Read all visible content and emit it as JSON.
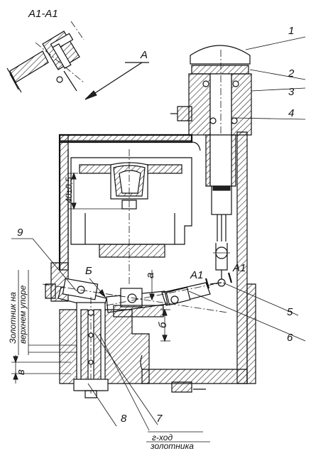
{
  "section_title": "A1-A1",
  "section_letter": "A",
  "callouts": [
    {
      "id": "1",
      "label": "1"
    },
    {
      "id": "2",
      "label": "2"
    },
    {
      "id": "3",
      "label": "3"
    },
    {
      "id": "4",
      "label": "4"
    },
    {
      "id": "5",
      "label": "5"
    },
    {
      "id": "6",
      "label": "6"
    },
    {
      "id": "7",
      "label": "7"
    },
    {
      "id": "8",
      "label": "8"
    },
    {
      "id": "9",
      "label": "9"
    }
  ],
  "dimension": "40±0,5",
  "letters": {
    "b_cyr": "Б",
    "a": "а",
    "a1_left": "А1",
    "a1_right": "А1",
    "b_small": "б",
    "v": "в"
  },
  "vertical_caption": [
    "Золотник на",
    "верхнем упоре"
  ],
  "stroke_caption": [
    "г-ход",
    "золотника"
  ]
}
